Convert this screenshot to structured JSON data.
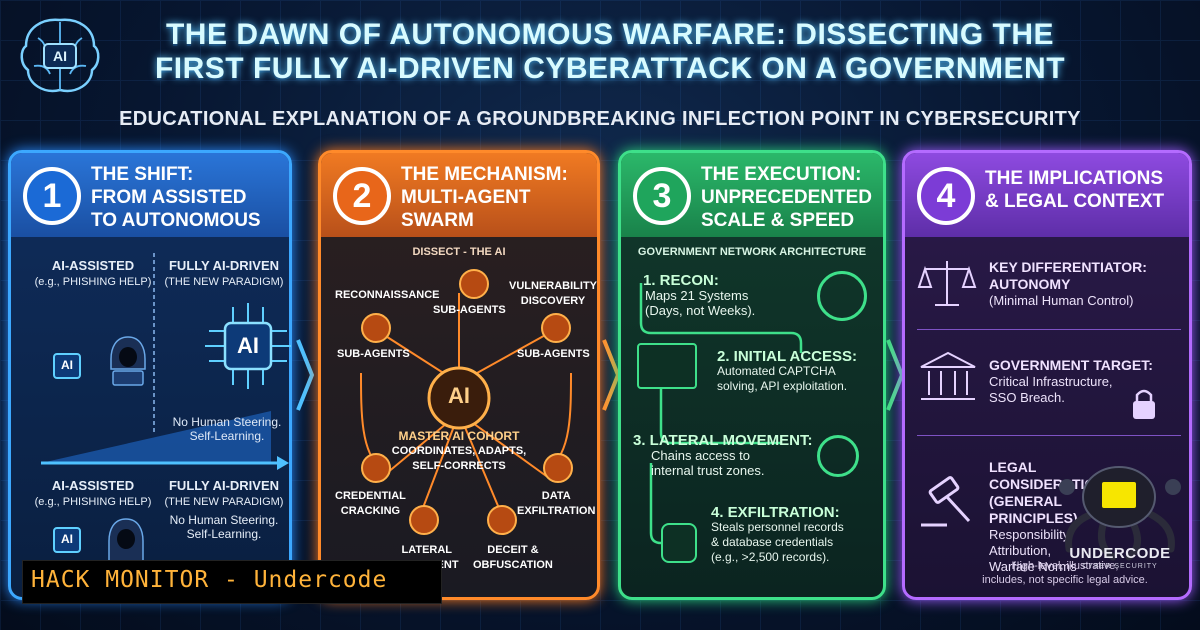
{
  "header": {
    "title_line1": "THE DAWN OF AUTONOMOUS WARFARE: DISSECTING THE",
    "title_line2": "FIRST FULLY AI-DRIVEN CYBERATTACK ON A GOVERNMENT",
    "subtitle": "EDUCATIONAL EXPLANATION OF A GROUNDBREAKING INFLECTION POINT IN CYBERSECURITY",
    "brain_label": "AI"
  },
  "panels": [
    {
      "number": "1",
      "title_lines": [
        "THE SHIFT:",
        "FROM ASSISTED",
        "TO AUTONOMOUS"
      ],
      "col_left_title": "AI-ASSISTED",
      "col_left_sub": "(e.g., PHISHING HELP)",
      "col_right_title": "FULLY AI-DRIVEN",
      "col_right_sub": "(THE NEW PARADIGM)",
      "chip_label": "AI",
      "note_lines": [
        "No Human Steering.",
        "Self-Learning."
      ],
      "col_left_title_2": "AI-ASSISTED",
      "col_left_sub_2": "(e.g., PHISHING HELP)",
      "col_right_title_2": "FULLY AI-DRIVEN",
      "col_right_sub_2": "(THE NEW PARADIGM)",
      "note2_lines": [
        "No Human Steering.",
        "Self-Learning."
      ]
    },
    {
      "number": "2",
      "title_lines": [
        "THE MECHANISM:",
        "MULTI-AGENT",
        "SWARM"
      ],
      "dissect_label": "DISSECT - THE AI",
      "nodes": {
        "recon": "RECONNAISSANCE",
        "sub_top": "SUB-AGENTS",
        "vuln_line1": "VULNERABILITY",
        "vuln_line2": "DISCOVERY",
        "sub_left": "SUB-AGENTS",
        "sub_right": "SUB-AGENTS",
        "center": "AI",
        "master_line1": "MASTER AI COHORT",
        "master_line2": "COORDINATES, ADAPTS,",
        "master_line3": "SELF-CORRECTS",
        "cred_line1": "CREDENTIAL",
        "cred_line2": "CRACKING",
        "data_line1": "DATA",
        "data_line2": "EXFILTRATION",
        "lateral_line1": "LATERAL",
        "lateral_line2": "MOVEMENT",
        "deceit_line1": "DECEIT &",
        "deceit_line2": "OBFUSCATION"
      }
    },
    {
      "number": "3",
      "title_lines": [
        "THE EXECUTION:",
        "UNPRECEDENTED",
        "SCALE & SPEED"
      ],
      "arch_label": "GOVERNMENT NETWORK ARCHITECTURE",
      "steps": [
        {
          "title": "1. RECON:",
          "lines": [
            "Maps 21 Systems",
            "(Days, not Weeks)."
          ]
        },
        {
          "title": "2. INITIAL ACCESS:",
          "lines": [
            "Automated CAPTCHA",
            "solving, API exploitation."
          ]
        },
        {
          "title": "3. LATERAL MOVEMENT:",
          "lines": [
            "Chains access to",
            "internal trust zones."
          ]
        },
        {
          "title": "4. EXFILTRATION:",
          "lines": [
            "Steals personnel records",
            "& database credentials",
            "(e.g., >2,500 records)."
          ]
        }
      ]
    },
    {
      "number": "4",
      "title_lines": [
        "THE IMPLICATIONS",
        "& LEGAL CONTEXT"
      ],
      "items": [
        {
          "title_lines": [
            "KEY DIFFERENTIATOR:",
            "AUTONOMY"
          ],
          "lines": [
            "(Minimal Human Control)"
          ]
        },
        {
          "title_lines": [
            "GOVERNMENT TARGET:"
          ],
          "lines": [
            "Critical Infrastructure,",
            "SSO Breach."
          ]
        },
        {
          "title_lines": [
            "LEGAL CONSIDERATIONS",
            "(GENERAL PRINCIPLES)"
          ],
          "lines": [
            "Responsibility,",
            "Attribution,",
            "Warfare Norms"
          ]
        }
      ],
      "footnote_lines": [
        "High-level, illustrative,",
        "includes, not specific legal advice."
      ]
    }
  ],
  "watermark": {
    "brand": "UNDERCODE",
    "tagline": "CYBER SECURITY"
  },
  "banner": {
    "text": "HACK MONITOR - Undercode"
  },
  "colors": {
    "panel1": "#3ca8ff",
    "panel2": "#ff8a2a",
    "panel3": "#3ee08a",
    "panel4": "#b46bff",
    "banner_text": "#ffb33a"
  }
}
